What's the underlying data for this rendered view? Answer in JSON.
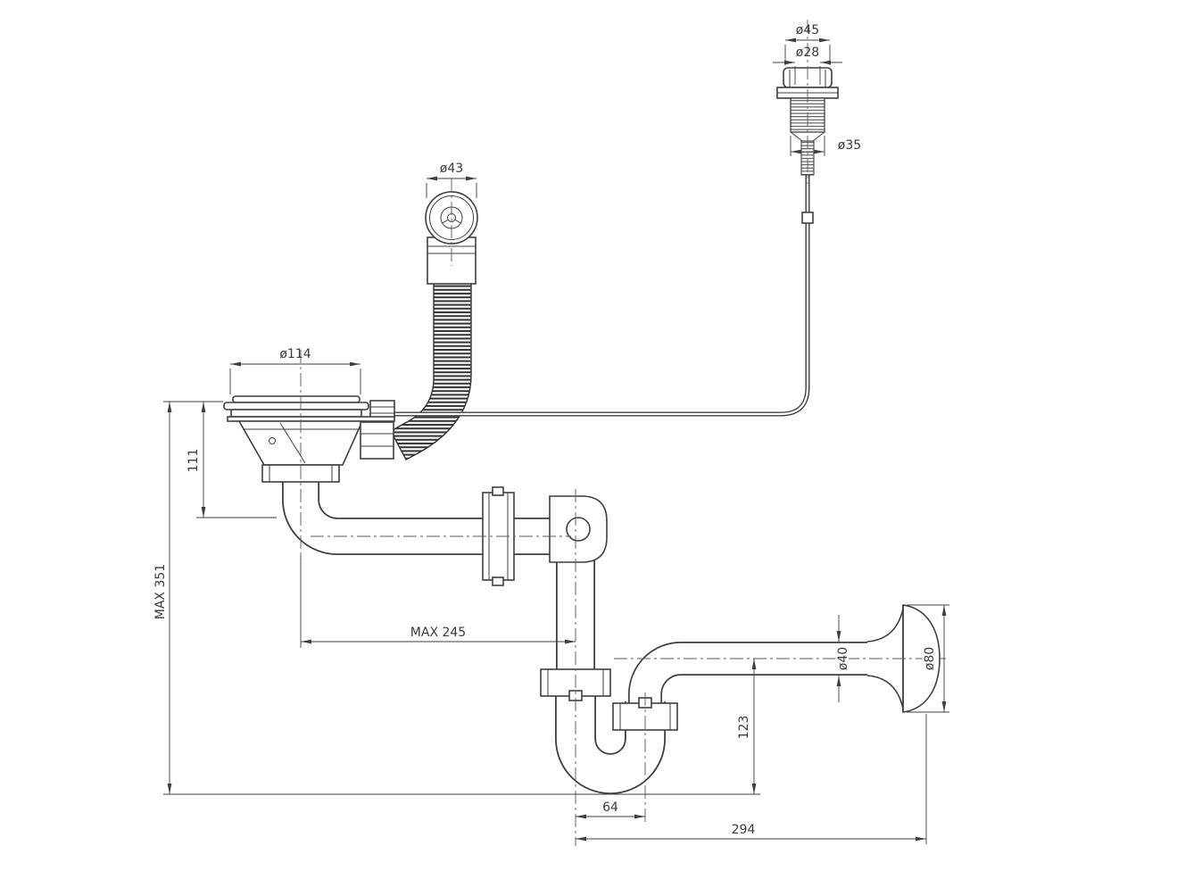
{
  "style": {
    "line_color": "#3f3f3f",
    "background": "#ffffff"
  },
  "dimensions": {
    "knob_outer": "ø45",
    "knob_collar": "ø28",
    "knob_thread": "ø35",
    "overflow_face": "ø43",
    "strainer_flange": "ø114",
    "strainer_depth": "111",
    "max_height": "MAX 351",
    "max_reach": "MAX 245",
    "trap_drop": "123",
    "trap_spacing": "64",
    "outlet_run": "294",
    "outlet_pipe": "ø40",
    "wall_cup": "ø80"
  }
}
